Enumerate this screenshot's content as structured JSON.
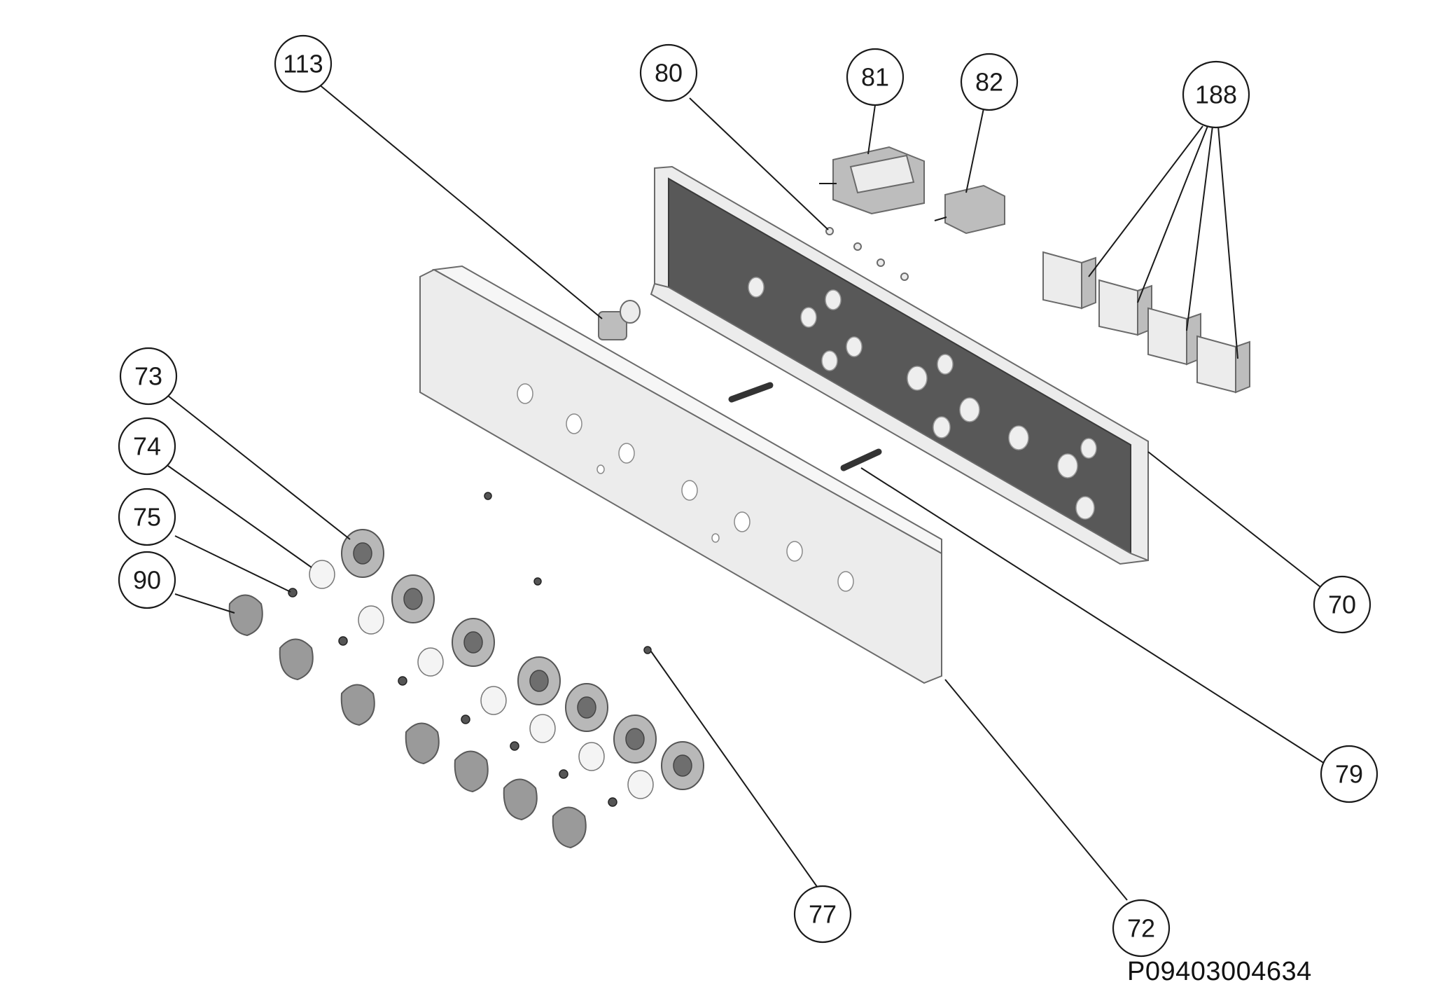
{
  "diagram": {
    "callouts": [
      {
        "id": "c113",
        "label": "113"
      },
      {
        "id": "c80",
        "label": "80"
      },
      {
        "id": "c81",
        "label": "81"
      },
      {
        "id": "c82",
        "label": "82"
      },
      {
        "id": "c188",
        "label": "188"
      },
      {
        "id": "c73",
        "label": "73"
      },
      {
        "id": "c74",
        "label": "74"
      },
      {
        "id": "c75",
        "label": "75"
      },
      {
        "id": "c90",
        "label": "90"
      },
      {
        "id": "c70",
        "label": "70"
      },
      {
        "id": "c79",
        "label": "79"
      },
      {
        "id": "c77",
        "label": "77"
      },
      {
        "id": "c72",
        "label": "72"
      }
    ],
    "drawing_number": "P09403004634"
  }
}
